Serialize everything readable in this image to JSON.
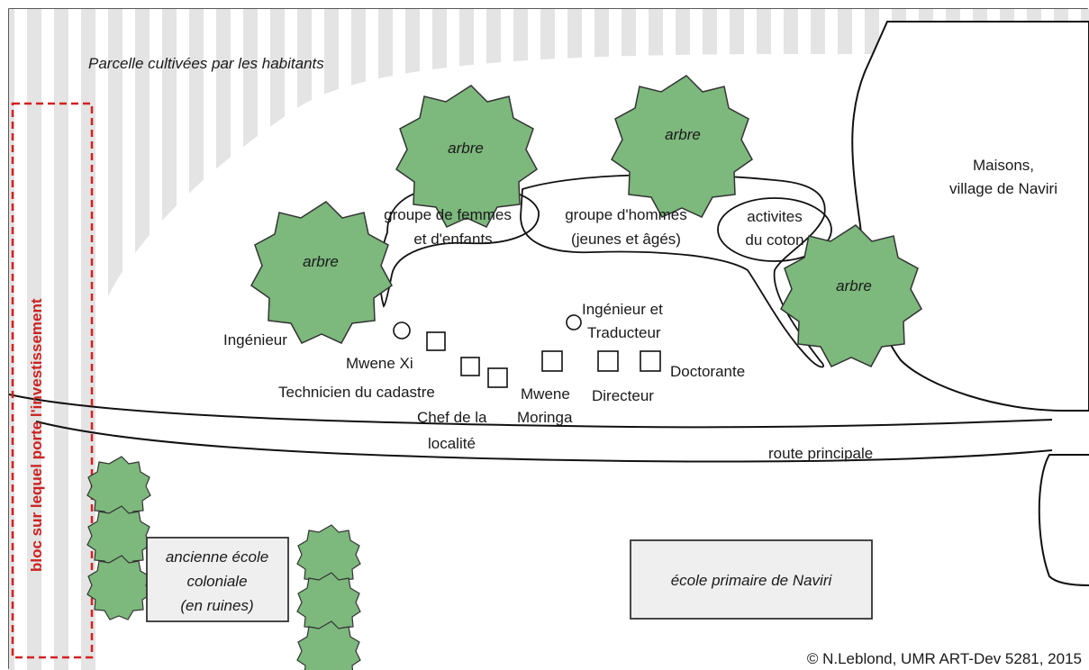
{
  "labels": {
    "parcelle": "Parcelle cultivées par les habitants",
    "bloc": "bloc sur lequel porte l'investissement",
    "maisons_1": "Maisons,",
    "maisons_2": "village de Naviri",
    "arbre": "arbre",
    "femmes_1": "groupe de femmes",
    "femmes_2": "et d'enfants",
    "hommes_1": "groupe d'hommes",
    "hommes_2": "(jeunes et âgés)",
    "coton_1": "activites",
    "coton_2": "du coton",
    "ingenieur": "Ingénieur",
    "ing_trad_1": "Ingénieur et",
    "ing_trad_2": "Traducteur",
    "mwene_xi": "Mwene Xi",
    "technicien": "Technicien du cadastre",
    "chef_1": "Chef de la",
    "chef_2": "localité",
    "mwene_mor_1": "Mwene",
    "mwene_mor_2": "Moringa",
    "directeur": "Directeur",
    "doctorante": "Doctorante",
    "route": "route principale",
    "ecole_col_1": "ancienne école",
    "ecole_col_2": "coloniale",
    "ecole_col_3": "(en ruines)",
    "ecole_prim": "école primaire de Naviri",
    "copyright": "© N.Leblond, UMR ART-Dev 5281, 2015"
  },
  "colors": {
    "tree_fill": "#7db87d",
    "tree_stroke": "#3a3a3a",
    "stripe": "#e6e6e6",
    "dashed_red": "#d42020",
    "building_fill": "#efefef"
  }
}
